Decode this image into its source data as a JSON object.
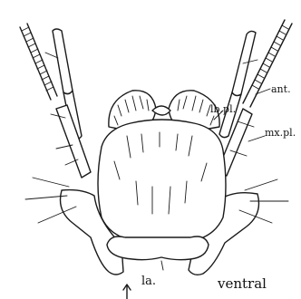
{
  "labels": {
    "antenna": "ant.",
    "labial_palp": "lb.pl.",
    "maxillary_palp": "mx.pl.",
    "labium": "la.",
    "view": "ventral"
  },
  "icons": [
    "arrow-up-icon"
  ]
}
